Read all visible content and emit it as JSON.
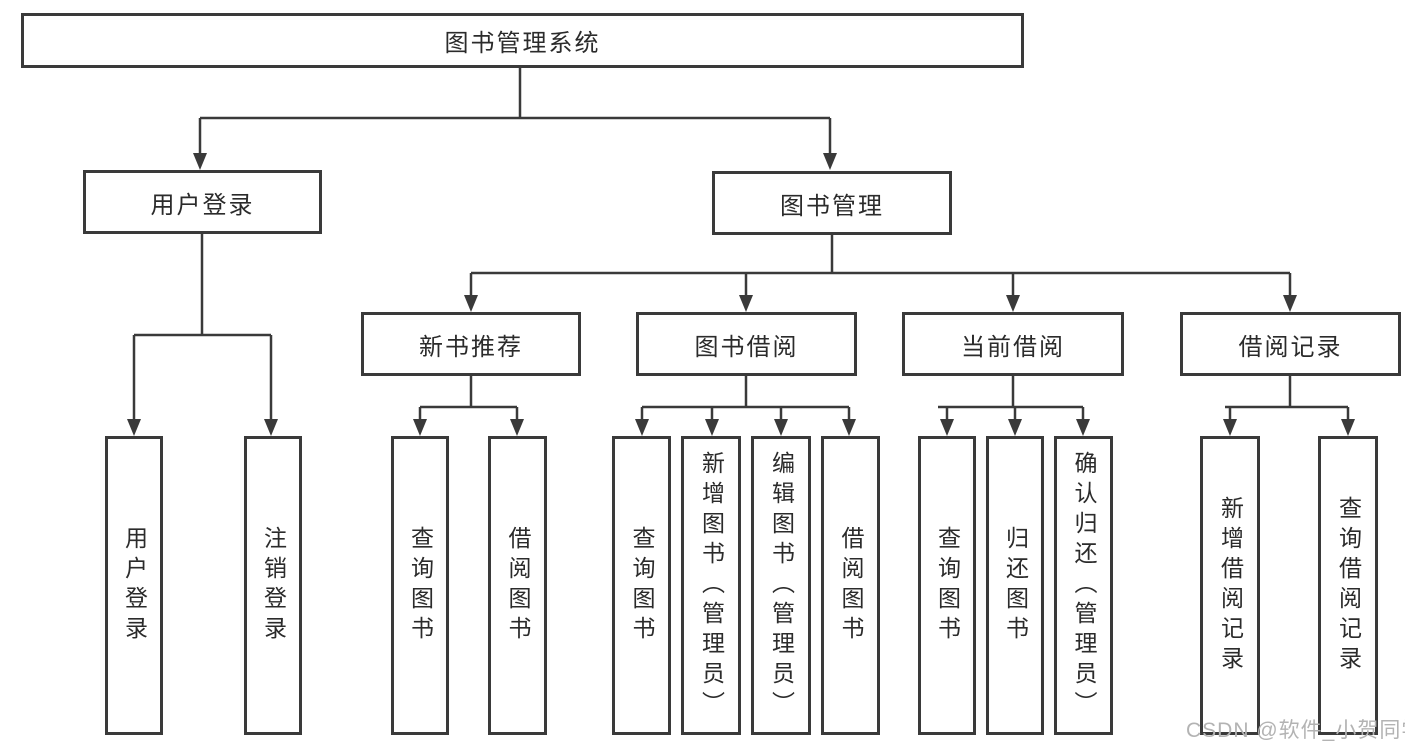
{
  "diagram": {
    "root": {
      "label": "图书管理系统"
    },
    "level2": [
      {
        "id": "user-login",
        "label": "用户登录"
      },
      {
        "id": "book-management",
        "label": "图书管理"
      }
    ],
    "level3": [
      {
        "id": "new-book-recommend",
        "label": "新书推荐",
        "parent": "图书管理"
      },
      {
        "id": "book-borrow",
        "label": "图书借阅",
        "parent": "图书管理"
      },
      {
        "id": "current-borrow",
        "label": "当前借阅",
        "parent": "图书管理"
      },
      {
        "id": "borrow-records",
        "label": "借阅记录",
        "parent": "图书管理"
      }
    ],
    "level4": [
      {
        "id": "user-login-action",
        "label": "用户登录",
        "parent": "用户登录"
      },
      {
        "id": "logout-action",
        "label": "注销登录",
        "parent": "用户登录"
      },
      {
        "id": "query-books-recommend",
        "label": "查询图书",
        "parent": "新书推荐"
      },
      {
        "id": "borrow-books-recommend",
        "label": "借阅图书",
        "parent": "新书推荐"
      },
      {
        "id": "query-books-borrow",
        "label": "查询图书",
        "parent": "图书借阅"
      },
      {
        "id": "add-book-admin",
        "label": "新增图书（管理员）",
        "parent": "图书借阅"
      },
      {
        "id": "edit-book-admin",
        "label": "编辑图书（管理员）",
        "parent": "图书借阅"
      },
      {
        "id": "borrow-books-borrow",
        "label": "借阅图书",
        "parent": "图书借阅"
      },
      {
        "id": "query-books-current",
        "label": "查询图书",
        "parent": "当前借阅"
      },
      {
        "id": "return-books",
        "label": "归还图书",
        "parent": "当前借阅"
      },
      {
        "id": "confirm-return-admin",
        "label": "确认归还（管理员）",
        "parent": "当前借阅"
      },
      {
        "id": "add-borrow-record",
        "label": "新增借阅记录",
        "parent": "借阅记录"
      },
      {
        "id": "query-borrow-record",
        "label": "查询借阅记录",
        "parent": "借阅记录"
      }
    ],
    "watermark": "CSDN @软件_小贺同学",
    "colors": {
      "line": "#3a3a3a",
      "text": "#2b2b2b",
      "watermark": "#b3b3b3",
      "background": "#ffffff"
    }
  }
}
